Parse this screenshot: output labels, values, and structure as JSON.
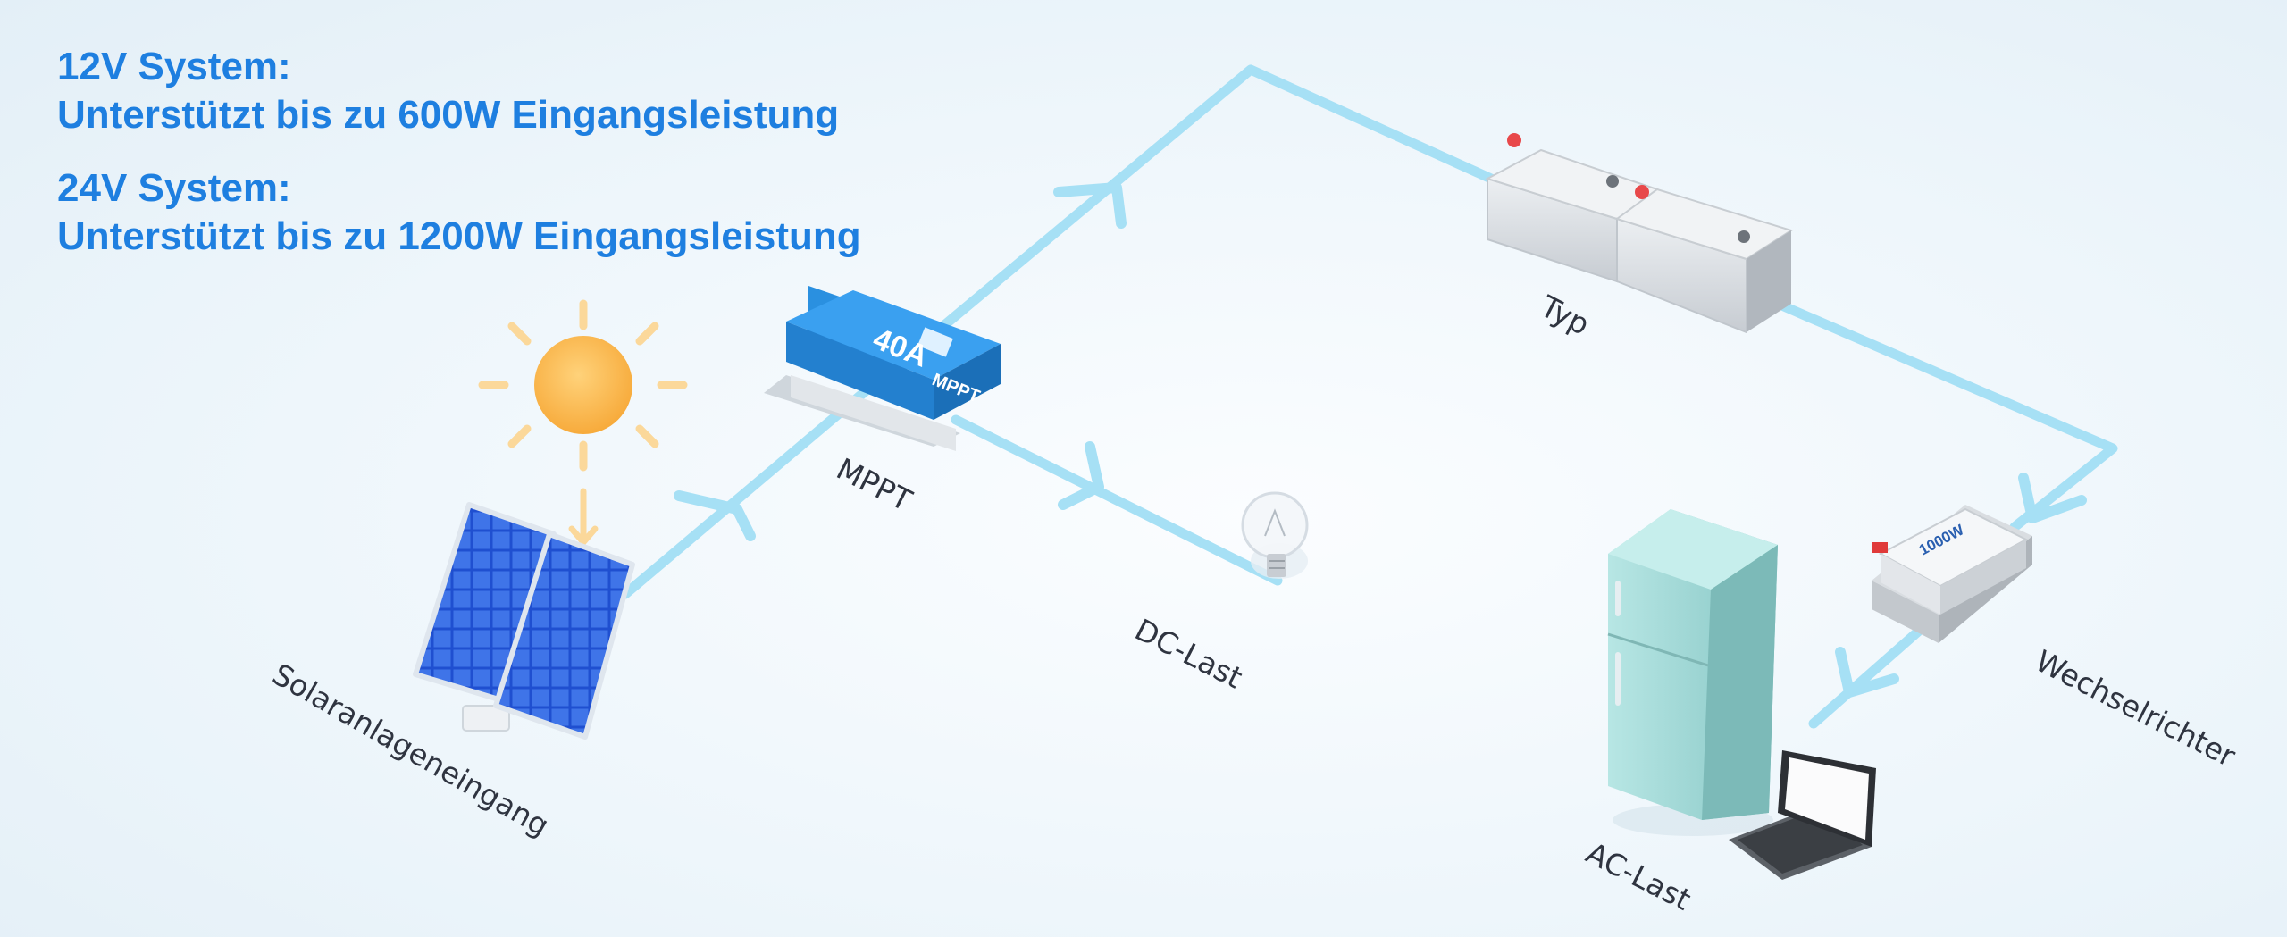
{
  "headline": {
    "system12_title": "12V System:",
    "system12_desc": "Unterstützt bis zu 600W Eingangsleistung",
    "system24_title": "24V System:",
    "system24_desc": "Unterstützt bis zu 1200W Eingangsleistung"
  },
  "components": {
    "solar": "Solaranlageneingang",
    "mppt": "MPPT",
    "dc_load": "DC-Last",
    "battery": "Typ",
    "inverter": "Wechselrichter",
    "ac_load": "AC-Last"
  },
  "device_text": {
    "controller_rating": "40A",
    "controller_type": "MPPT",
    "inverter_rating": "1000W"
  },
  "colors": {
    "headline": "#1e7fe0",
    "flow_line": "#a6e0f5",
    "controller": "#2a90e0",
    "sun": "#f9b646",
    "fridge": "#9ad5d3"
  }
}
